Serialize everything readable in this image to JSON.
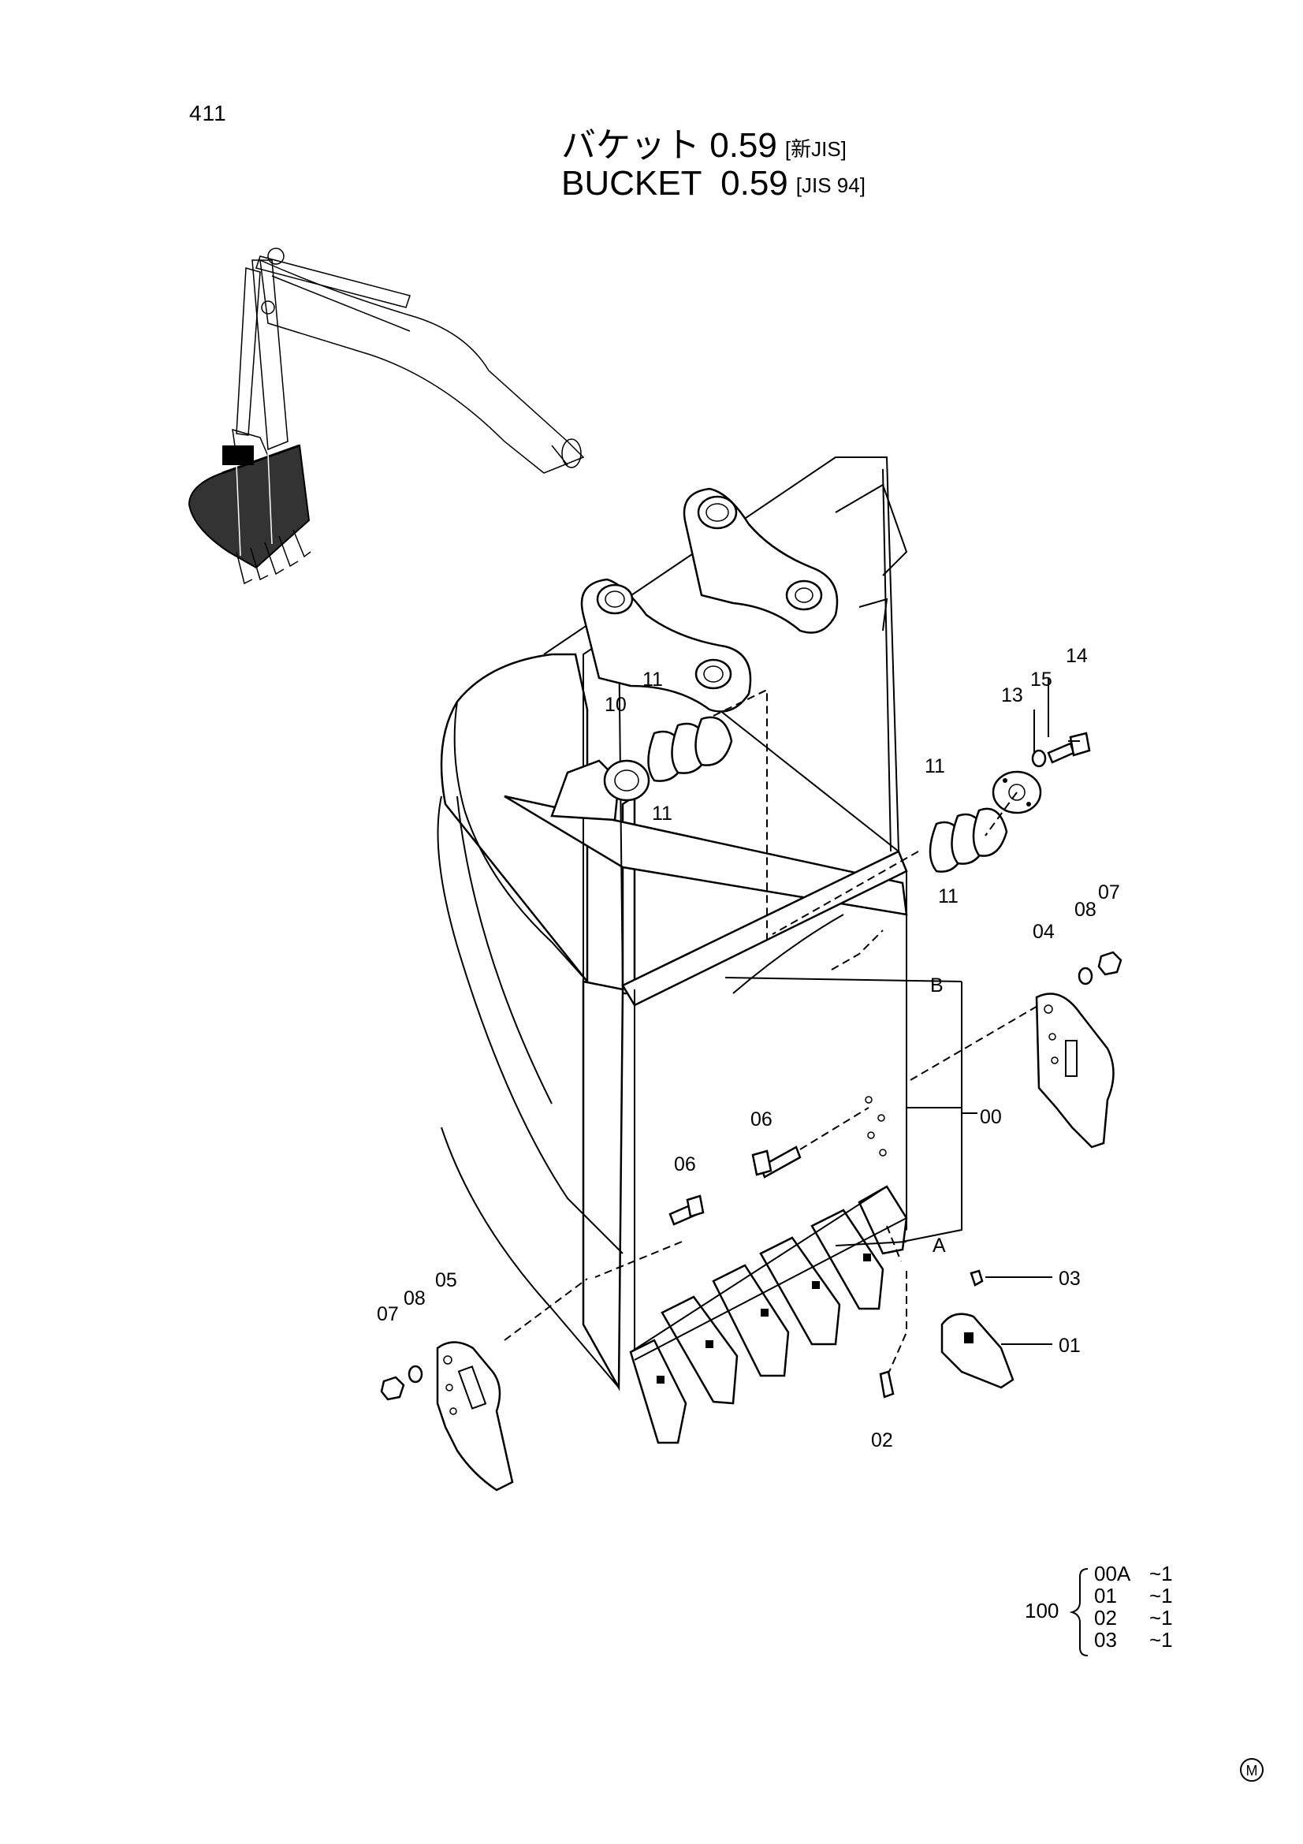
{
  "page_number": "411",
  "title_jp": "バケット 0.59",
  "title_jp_std": "[新JIS]",
  "title_en": "BUCKET  0.59",
  "title_en_std": "[JIS 94]",
  "callouts": {
    "c14": "14",
    "c15": "15",
    "c13": "13",
    "c11a": "11",
    "c10": "10",
    "c11b": "11",
    "c11c": "11",
    "c11d": "11",
    "c07a": "07",
    "c08a": "08",
    "c04": "04",
    "cB": "B",
    "c00": "00",
    "c06a": "06",
    "c06b": "06",
    "cA": "A",
    "c03": "03",
    "c01": "01",
    "c02": "02",
    "c07b": "07",
    "c08b": "08",
    "c05": "05"
  },
  "kit": {
    "number": "100",
    "items": [
      {
        "part": "00A",
        "qty": "~1"
      },
      {
        "part": "01",
        "qty": "~1"
      },
      {
        "part": "02",
        "qty": "~1"
      },
      {
        "part": "03",
        "qty": "~1"
      }
    ]
  },
  "mark": "M"
}
